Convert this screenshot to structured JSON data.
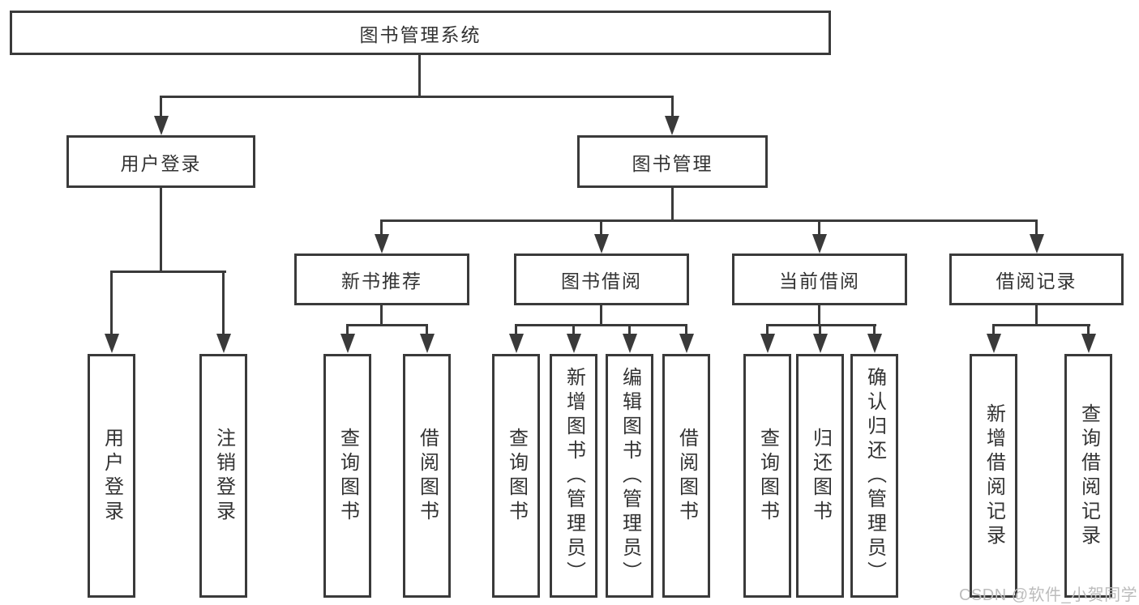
{
  "diagram": {
    "type": "hierarchy-tree",
    "watermark": "CSDN @软件_小贺同学",
    "colors": {
      "line": "#3a3a3a",
      "box_border": "#3a3a3a",
      "text": "#333333",
      "watermark": "#bcbcbc",
      "background": "#ffffff"
    },
    "tree": {
      "root": "图书管理系统",
      "branches": [
        {
          "label": "用户登录",
          "children": [
            {
              "label": "用户登录"
            },
            {
              "label": "注销登录"
            }
          ]
        },
        {
          "label": "图书管理",
          "children": [
            {
              "label": "新书推荐",
              "children": [
                {
                  "label": "查询图书"
                },
                {
                  "label": "借阅图书"
                }
              ]
            },
            {
              "label": "图书借阅",
              "children": [
                {
                  "label": "查询图书"
                },
                {
                  "label": "新增图书（管理员）"
                },
                {
                  "label": "编辑图书（管理员）"
                },
                {
                  "label": "借阅图书"
                }
              ]
            },
            {
              "label": "当前借阅",
              "children": [
                {
                  "label": "查询图书"
                },
                {
                  "label": "归还图书"
                },
                {
                  "label": "确认归还（管理员）"
                }
              ]
            },
            {
              "label": "借阅记录",
              "children": [
                {
                  "label": "新增借阅记录"
                },
                {
                  "label": "查询借阅记录"
                }
              ]
            }
          ]
        }
      ]
    }
  }
}
